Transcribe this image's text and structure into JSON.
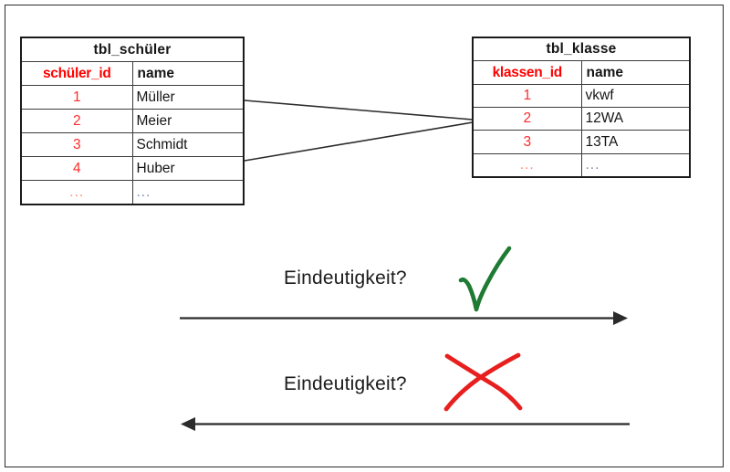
{
  "diagram": {
    "title_hidden": "",
    "tables": [
      {
        "id": "tbl-schueler",
        "name": "tbl_schüler",
        "columns": [
          {
            "label": "schüler_id",
            "key": true
          },
          {
            "label": "name",
            "key": false
          }
        ],
        "rows": [
          {
            "id": "1",
            "name": "Müller"
          },
          {
            "id": "2",
            "name": "Meier"
          },
          {
            "id": "3",
            "name": "Schmidt"
          },
          {
            "id": "4",
            "name": "Huber"
          },
          {
            "id": "...",
            "name": "..."
          }
        ]
      },
      {
        "id": "tbl-klasse",
        "name": "tbl_klasse",
        "columns": [
          {
            "label": "klassen_id",
            "key": true
          },
          {
            "label": "name",
            "key": false
          }
        ],
        "rows": [
          {
            "id": "1",
            "name": "vkwf"
          },
          {
            "id": "2",
            "name": "12WA"
          },
          {
            "id": "3",
            "name": "13TA"
          },
          {
            "id": "...",
            "name": "..."
          }
        ]
      }
    ],
    "relations": [
      {
        "from_row": 1,
        "to_row": 2,
        "label": ""
      },
      {
        "from_row": 4,
        "to_row": 2,
        "label": ""
      }
    ],
    "annotations": {
      "uniqueness_top_label": "Eindeutigkeit?",
      "uniqueness_bottom_label": "Eindeutigkeit?",
      "top_mark": "check-mark",
      "bottom_mark": "cross-mark",
      "top_arrow_direction": "right",
      "bottom_arrow_direction": "left"
    },
    "colors": {
      "key_text": "#ff0000",
      "id_value_text": "#ff2b2b",
      "body_text": "#161616",
      "check_green": "#1f7a33",
      "cross_red": "#e81f1f",
      "border": "#1a1a1a",
      "frame": "#2b2b2b",
      "relation_line": "#2b2b2b",
      "arrow": "#2b2b2b"
    }
  }
}
